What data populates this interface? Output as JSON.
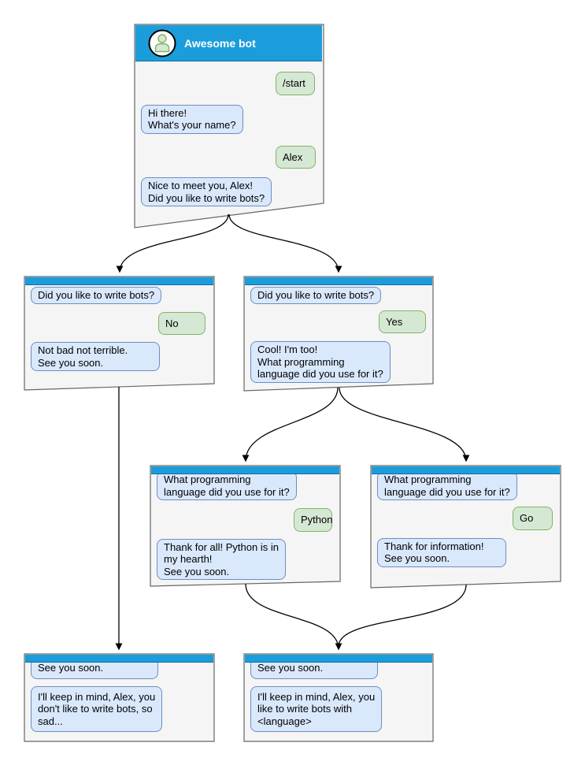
{
  "diagram": {
    "type": "chatbot-conversation-flowchart",
    "colors": {
      "header_blue": "#1b9ddb",
      "header_blue_border": "#0e6da5",
      "window_fill": "#f5f5f5",
      "window_border": "#666666",
      "bot_bubble_fill": "#dae8fc",
      "bot_bubble_border": "#6c8ebf",
      "user_bubble_fill": "#d5e8d4",
      "user_bubble_border": "#82b366",
      "connector": "#000000"
    }
  },
  "windows": [
    {
      "id": "start",
      "title": "Awesome bot",
      "messages": [
        {
          "side": "user",
          "text": "/start"
        },
        {
          "side": "bot",
          "text": "Hi there!\nWhat's your name?"
        },
        {
          "side": "user",
          "text": "Alex"
        },
        {
          "side": "bot",
          "text": "Nice to meet you, Alex!\nDid you like to write bots?"
        }
      ]
    },
    {
      "id": "branch-no",
      "messages": [
        {
          "side": "bot",
          "text": "Did you like to write bots?"
        },
        {
          "side": "user",
          "text": "No"
        },
        {
          "side": "bot",
          "text": "Not bad not terrible.\nSee you soon."
        }
      ]
    },
    {
      "id": "branch-yes",
      "messages": [
        {
          "side": "bot",
          "text": "Did you like to write bots?"
        },
        {
          "side": "user",
          "text": "Yes"
        },
        {
          "side": "bot",
          "text": "Cool! I'm too!\nWhat programming\nlanguage did you use for it?"
        }
      ]
    },
    {
      "id": "lang-python",
      "messages": [
        {
          "side": "bot",
          "text": "What programming\nlanguage did you use for it?"
        },
        {
          "side": "user",
          "text": "Python"
        },
        {
          "side": "bot",
          "text": "Thank for all! Python is in\nmy hearth!\nSee you soon."
        }
      ]
    },
    {
      "id": "lang-go",
      "messages": [
        {
          "side": "bot",
          "text": "What programming\nlanguage did you use for it?"
        },
        {
          "side": "user",
          "text": "Go"
        },
        {
          "side": "bot",
          "text": "Thank for information!\nSee you soon."
        }
      ]
    },
    {
      "id": "end-no",
      "messages": [
        {
          "side": "bot",
          "text": "See you soon."
        },
        {
          "side": "bot",
          "text": "I'll keep in mind, Alex, you\ndon't like to write bots, so\nsad..."
        }
      ]
    },
    {
      "id": "end-yes",
      "messages": [
        {
          "side": "bot",
          "text": "See you soon."
        },
        {
          "side": "bot",
          "text": "I'll keep in mind, Alex, you\nlike to write bots with\n<language>"
        }
      ]
    }
  ],
  "edges": [
    {
      "from": "start",
      "to": "branch-no"
    },
    {
      "from": "start",
      "to": "branch-yes"
    },
    {
      "from": "branch-no",
      "to": "end-no"
    },
    {
      "from": "branch-yes",
      "to": "lang-python"
    },
    {
      "from": "branch-yes",
      "to": "lang-go"
    },
    {
      "from": "lang-python",
      "to": "end-yes"
    },
    {
      "from": "lang-go",
      "to": "end-yes"
    }
  ]
}
